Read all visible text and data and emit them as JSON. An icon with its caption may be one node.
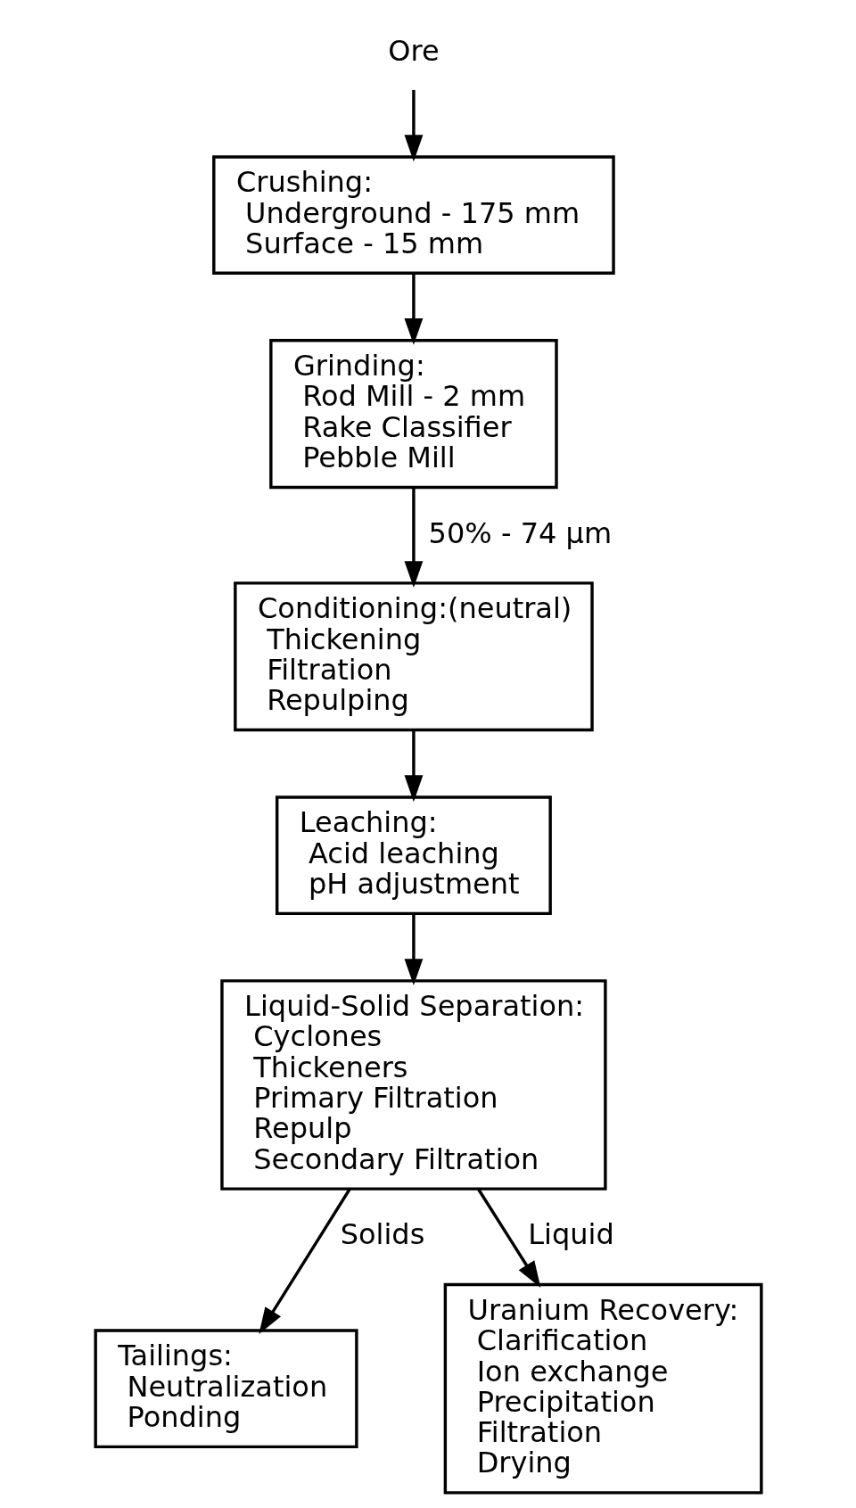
{
  "diagram": {
    "nodes": [
      {
        "text": [
          "Ore"
        ]
      },
      {
        "text": [
          "Crushing:",
          "Underground - 175 mm",
          "Surface - 15 mm"
        ]
      },
      {
        "text": [
          "Grinding:",
          "Rod Mill - 2 mm",
          "Rake Classifier",
          "Pebble Mill"
        ]
      },
      {
        "text": [
          "Conditioning:(neutral)",
          "Thickening",
          "Filtration",
          "Repulping"
        ]
      },
      {
        "text": [
          "Leaching:",
          "Acid leaching",
          "pH adjustment"
        ]
      },
      {
        "text": [
          "Liquid-Solid Separation:",
          "Cyclones",
          "Thickeners",
          "Primary Filtration",
          "Repulp",
          "Secondary Filtration"
        ]
      },
      {
        "text": [
          "Tailings:",
          "Neutralization",
          "Ponding"
        ]
      },
      {
        "text": [
          "Uranium Recovery:",
          "Clarification",
          "Ion exchange",
          "Precipitation",
          "Filtration",
          "Drying"
        ]
      }
    ],
    "edges": [
      {
        "from": 0,
        "to": 1,
        "arrow": "to"
      },
      {
        "from": 1,
        "to": 2,
        "arrow": "to"
      },
      {
        "from": 2,
        "to": 3,
        "arrow": "to",
        "label": "50% - 74 µm"
      },
      {
        "from": 3,
        "to": 4,
        "arrow": "to"
      },
      {
        "from": 4,
        "to": 5,
        "arrow": "to"
      },
      {
        "from": 5,
        "to": 6,
        "arrow": "to",
        "label": "Solids"
      },
      {
        "from": 5,
        "to": 7,
        "arrow": "to",
        "label": "Liquid"
      }
    ]
  }
}
